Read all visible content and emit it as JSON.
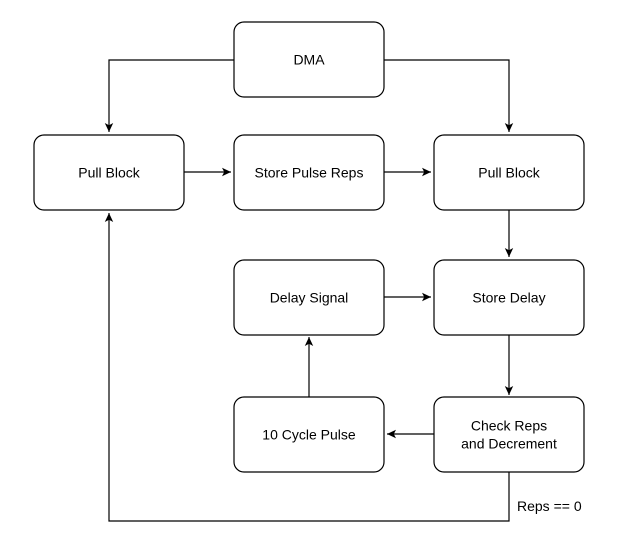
{
  "diagram": {
    "nodes": {
      "dma": "DMA",
      "pull_block_left": "Pull Block",
      "store_pulse_reps": "Store Pulse Reps",
      "pull_block_right": "Pull Block",
      "delay_signal": "Delay Signal",
      "store_delay": "Store Delay",
      "cycle_pulse": "10 Cycle Pulse",
      "check_reps_line1": "Check Reps",
      "check_reps_line2": "and Decrement"
    },
    "edge_labels": {
      "reps_zero": "Reps == 0"
    },
    "colors": {
      "stroke": "#000000",
      "fill": "#ffffff"
    }
  }
}
